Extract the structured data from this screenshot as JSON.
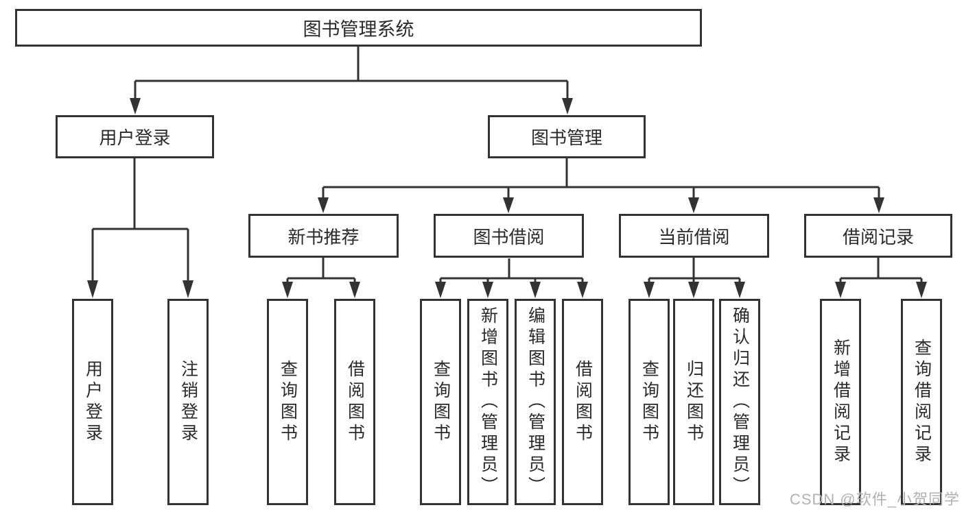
{
  "diagram": {
    "root": {
      "label": "图书管理系统"
    },
    "branches": [
      {
        "label": "用户登录",
        "children": [
          {
            "label": "用户登录"
          },
          {
            "label": "注销登录"
          }
        ]
      },
      {
        "label": "图书管理",
        "children": [
          {
            "label": "新书推荐",
            "children": [
              {
                "label": "查询图书"
              },
              {
                "label": "借阅图书"
              }
            ]
          },
          {
            "label": "图书借阅",
            "children": [
              {
                "label": "查询图书"
              },
              {
                "label": "新增图书（管理员）"
              },
              {
                "label": "编辑图书（管理员）"
              },
              {
                "label": "借阅图书"
              }
            ]
          },
          {
            "label": "当前借阅",
            "children": [
              {
                "label": "查询图书"
              },
              {
                "label": "归还图书"
              },
              {
                "label": "确认归还（管理员）"
              }
            ]
          },
          {
            "label": "借阅记录",
            "children": [
              {
                "label": "新增借阅记录"
              },
              {
                "label": "查询借阅记录"
              }
            ]
          }
        ]
      }
    ]
  },
  "watermark": {
    "text": "CSDN @软件_小贺同学"
  },
  "colors": {
    "line": "#333333",
    "text": "#2a2a2a",
    "background": "#ffffff",
    "watermark": "#b1b1b1"
  }
}
